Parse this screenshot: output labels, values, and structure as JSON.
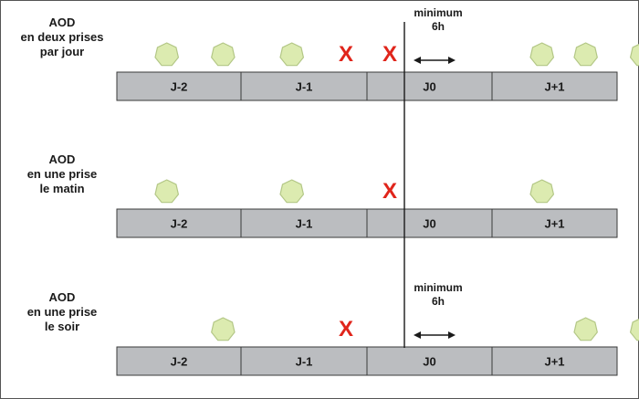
{
  "colors": {
    "pill_fill": "#dcebb0",
    "pill_stroke": "#b3c786",
    "cross": "#e0251b",
    "bar": "#bbbdc0"
  },
  "icons": {
    "dose": "heptagon-icon",
    "skip": "x-mark-icon"
  },
  "rows": [
    {
      "label": [
        "AOD",
        "en deux prises",
        "par jour"
      ],
      "days": [
        "J-2",
        "J-1",
        "J0",
        "J+1"
      ],
      "doses": [
        -1.9,
        -1.45,
        -0.9,
        1.1,
        1.45,
        1.9
      ],
      "skips": [
        -0.35,
        -0.0
      ],
      "note": {
        "lines": [
          "minimum",
          "6h"
        ],
        "from": 0.0,
        "to": 1.0
      }
    },
    {
      "label": [
        "AOD",
        "en une prise",
        "le matin"
      ],
      "days": [
        "J-2",
        "J-1",
        "J0",
        "J+1"
      ],
      "doses": [
        -1.9,
        -0.9,
        1.1
      ],
      "skips": [
        -0.0
      ],
      "note": null
    },
    {
      "label": [
        "AOD",
        "en une prise",
        "le soir"
      ],
      "days": [
        "J-2",
        "J-1",
        "J0",
        "J+1"
      ],
      "doses": [
        -1.45,
        1.45,
        1.9
      ],
      "skips": [
        -0.35
      ],
      "note": {
        "lines": [
          "minimum",
          "6h"
        ],
        "from": 0.0,
        "to": 1.0
      }
    }
  ]
}
